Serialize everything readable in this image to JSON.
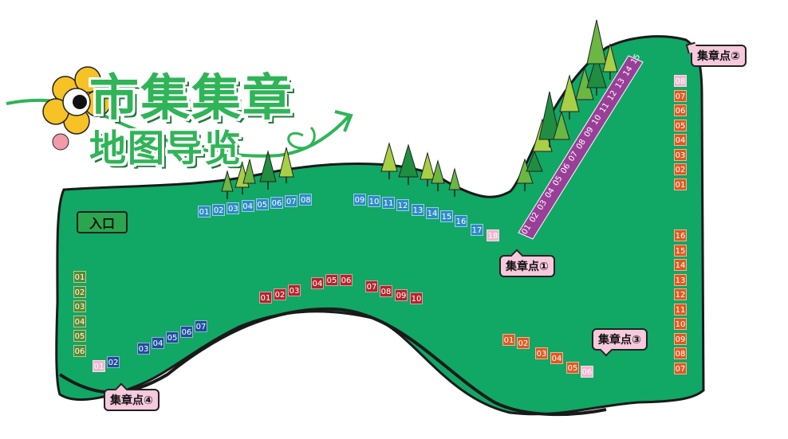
{
  "title": {
    "line1": "市集集章",
    "line2": "地图导览"
  },
  "entrance_label": "入口",
  "colors": {
    "map_green": "#11a765",
    "stall_blue": "#2d8cc7",
    "stall_darkblue": "#1f4f9e",
    "stall_olive": "#5a8a2b",
    "stall_red": "#b3262d",
    "stall_orange": "#dd5b21",
    "stall_purple": "#9a3f98",
    "stall_pink": "#f0b6cf",
    "stamp_bubble": "#f6c9dc"
  },
  "stamp_points": [
    {
      "label": "集章点①"
    },
    {
      "label": "集章点②"
    },
    {
      "label": "集章点③"
    },
    {
      "label": "集章点④"
    }
  ],
  "stall_groups": {
    "left_column": [
      "01",
      "02",
      "03",
      "04",
      "05",
      "06"
    ],
    "left_bottom": [
      "01",
      "02",
      "03",
      "04",
      "05",
      "06",
      "07"
    ],
    "top_left_hill": [
      "01",
      "02",
      "03",
      "04",
      "05",
      "06",
      "07",
      "08"
    ],
    "top_mid_hill": [
      "09",
      "10",
      "11",
      "12",
      "13",
      "14",
      "15",
      "16",
      "17",
      "18"
    ],
    "center_red": [
      "01",
      "02",
      "03",
      "04",
      "05",
      "06",
      "07",
      "08",
      "09",
      "10"
    ],
    "slope_purple": [
      "01",
      "02",
      "03",
      "04",
      "05",
      "06",
      "07",
      "08",
      "09",
      "10",
      "11",
      "12",
      "13",
      "14",
      "15"
    ],
    "right_upper": [
      "08",
      "07",
      "06",
      "05",
      "04",
      "03",
      "02",
      "01"
    ],
    "right_lower": [
      "16",
      "15",
      "14",
      "13",
      "12",
      "11",
      "10",
      "09",
      "08",
      "07"
    ],
    "bottom_orange": [
      "01",
      "02",
      "03",
      "04",
      "05",
      "06"
    ]
  }
}
